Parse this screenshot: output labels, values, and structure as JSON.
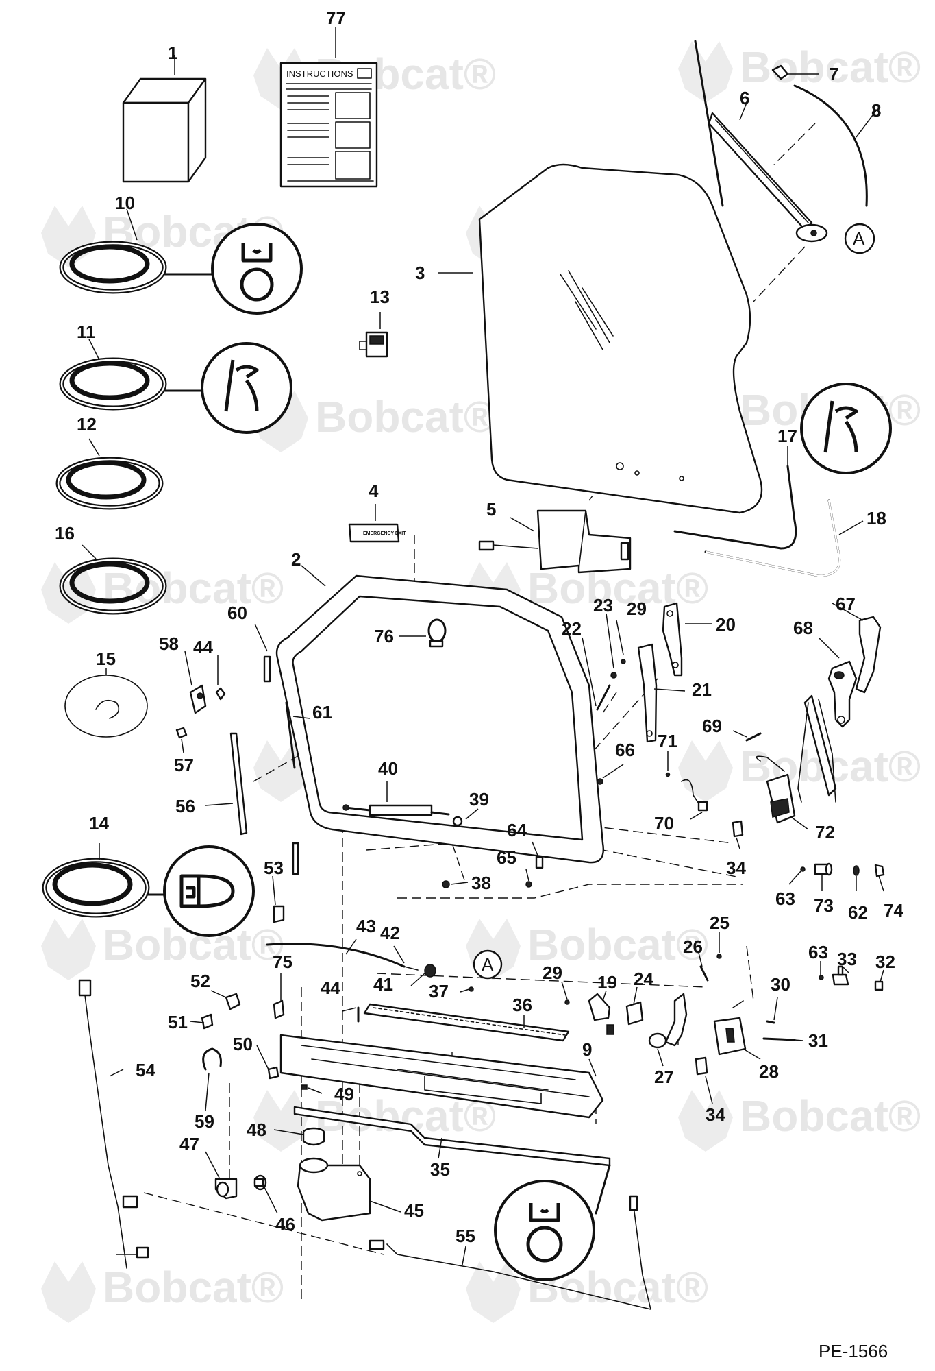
{
  "watermark": {
    "brand_text": "Bobcat",
    "registered_mark": "®"
  },
  "drawing_number": "PE-1566",
  "instructions_label": "INSTRUCTIONS",
  "decal_label": "EMERGENCY EXIT",
  "reference_letter": "A",
  "callouts": [
    "77",
    "1",
    "7",
    "6",
    "8",
    "10",
    "3",
    "11",
    "13",
    "12",
    "17",
    "18",
    "4",
    "5",
    "16",
    "2",
    "60",
    "44",
    "58",
    "23",
    "29",
    "20",
    "76",
    "67",
    "22",
    "21",
    "68",
    "15",
    "61",
    "69",
    "57",
    "71",
    "40",
    "66",
    "39",
    "56",
    "70",
    "72",
    "14",
    "64",
    "53",
    "65",
    "38",
    "34",
    "63",
    "73",
    "62",
    "74",
    "43",
    "42",
    "25",
    "75",
    "52",
    "41",
    "29",
    "26",
    "44",
    "37",
    "19",
    "24",
    "30",
    "33",
    "32",
    "63",
    "36",
    "51",
    "54",
    "50",
    "49",
    "9",
    "27",
    "31",
    "28",
    "59",
    "48",
    "34",
    "47",
    "35",
    "46",
    "45",
    "55"
  ]
}
